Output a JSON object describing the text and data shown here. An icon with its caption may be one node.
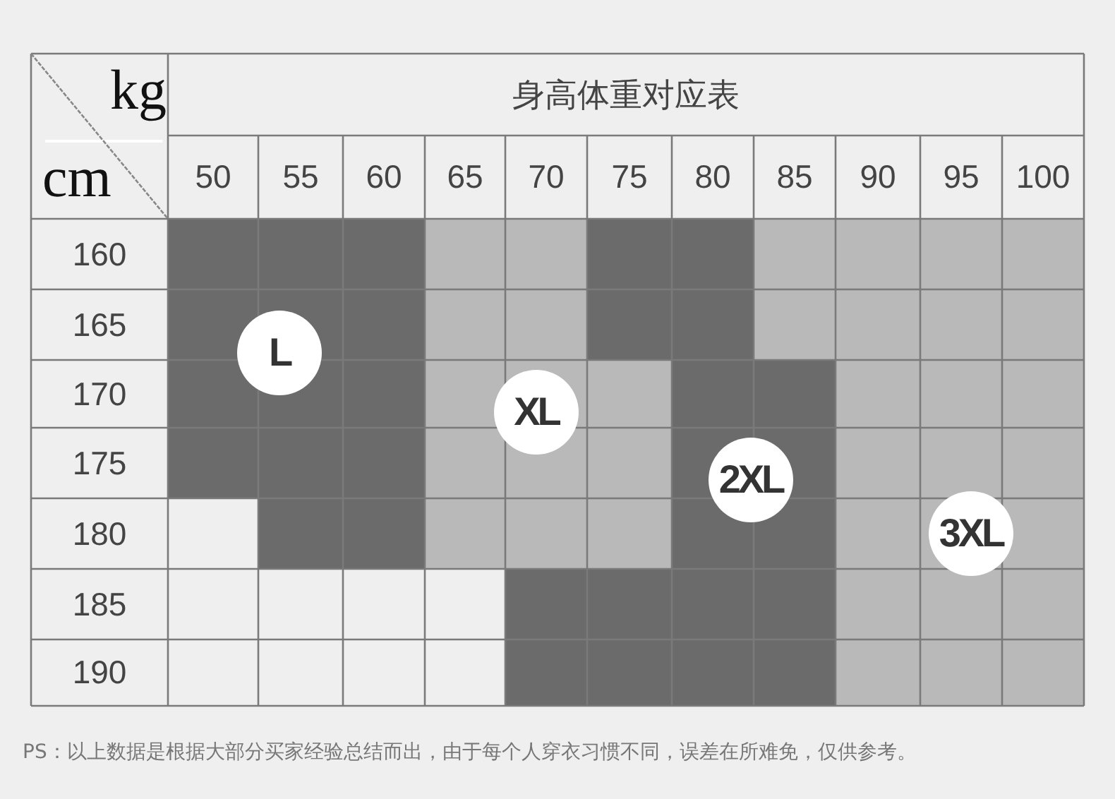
{
  "diagram": {
    "title": "身高体重对应表",
    "caption": "PS：以上数据是根据大部分买家经验总结而出，由于每个人穿衣习惯不同，误差在所难免，仅供参考。",
    "nodes": [
      {
        "text": [
          "L"
        ]
      },
      {
        "text": [
          "XL"
        ]
      },
      {
        "text": [
          "2XL"
        ]
      },
      {
        "text": [
          "3XL"
        ]
      }
    ],
    "labels": [
      "kg",
      "cm",
      "50",
      "55",
      "60",
      "65",
      "70",
      "75",
      "80",
      "85",
      "90",
      "95",
      "100",
      "160",
      "165",
      "170",
      "175",
      "180",
      "185",
      "190"
    ]
  }
}
